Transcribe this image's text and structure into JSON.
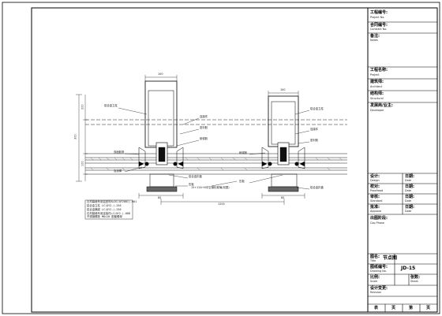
{
  "title_block": {
    "project_no": {
      "label": "工程编号:",
      "sub": "Project  No."
    },
    "contract_no": {
      "label": "合同编号:",
      "sub": "Contract  No."
    },
    "notes": {
      "label": "备注:",
      "sub": "Notes"
    },
    "project_name": {
      "label": "工程名称:",
      "sub": "Project"
    },
    "architect": {
      "label": "建筑师:",
      "sub": "Architect"
    },
    "structural": {
      "label": "结构师:",
      "sub": "Structural"
    },
    "developer": {
      "label": "发展商/业主:",
      "sub": "Developer"
    },
    "approvals": [
      {
        "label": "设计:",
        "sub": "Design",
        "date_label": "日期:",
        "date_sub": "Date"
      },
      {
        "label": "校对:",
        "sub": "Proofread",
        "date_label": "日期:",
        "date_sub": "Date"
      },
      {
        "label": "审核:",
        "sub": "Standard",
        "date_label": "日期:",
        "date_sub": "Date"
      },
      {
        "label": "批准:",
        "sub": "Approve",
        "date_label": "日期:",
        "date_sub": "Date"
      }
    ],
    "cap_phase": {
      "label": "出图阶段:",
      "sub": "Cap Phase"
    },
    "drawing_title": {
      "label": "图名:",
      "sub": "Title",
      "value": "节点图"
    },
    "drawing_no": {
      "label": "图纸编号:",
      "sub": "Drawing No.",
      "value": "JD-15"
    },
    "scale": {
      "label": "比例:",
      "sub": "Scale",
      "label2": "张数:",
      "sub2": "Sheet"
    },
    "revision": {
      "label": "设计变更:",
      "sub": "Revision"
    },
    "footer_cells": [
      "表",
      "页",
      "第",
      "页"
    ]
  },
  "drawing": {
    "note_lines": [
      "石材幕墙专用铝型材ALDC(QY2001)-001",
      "铝合金立柱  LC(QY2-)-256",
      "铝合金横梁   LC(QY2-)-256",
      "石材幕墙专用连接件LJ(QY2-)-088",
      "不锈钢螺栓 M8×20 配套螺母"
    ],
    "callouts_left": [
      "铝合金立柱",
      "连接件",
      "密封胶",
      "耐候胶",
      "双面胶条",
      "泡沫棒",
      "铝合金扣盖",
      "压板"
    ],
    "callouts_right": [
      "铝合金立柱",
      "连接件",
      "密封胶",
      "耐候胶",
      "铝合金扣盖",
      "压板"
    ],
    "center_label": "15+12A+6中空钢化玻璃(双银)",
    "dimensions": {
      "column_width": "100",
      "overall_height": "300",
      "upper_height": "200",
      "lower_height": "100",
      "bottom_left": "80",
      "bottom_right": "80",
      "bottom_mid": "1200"
    }
  }
}
